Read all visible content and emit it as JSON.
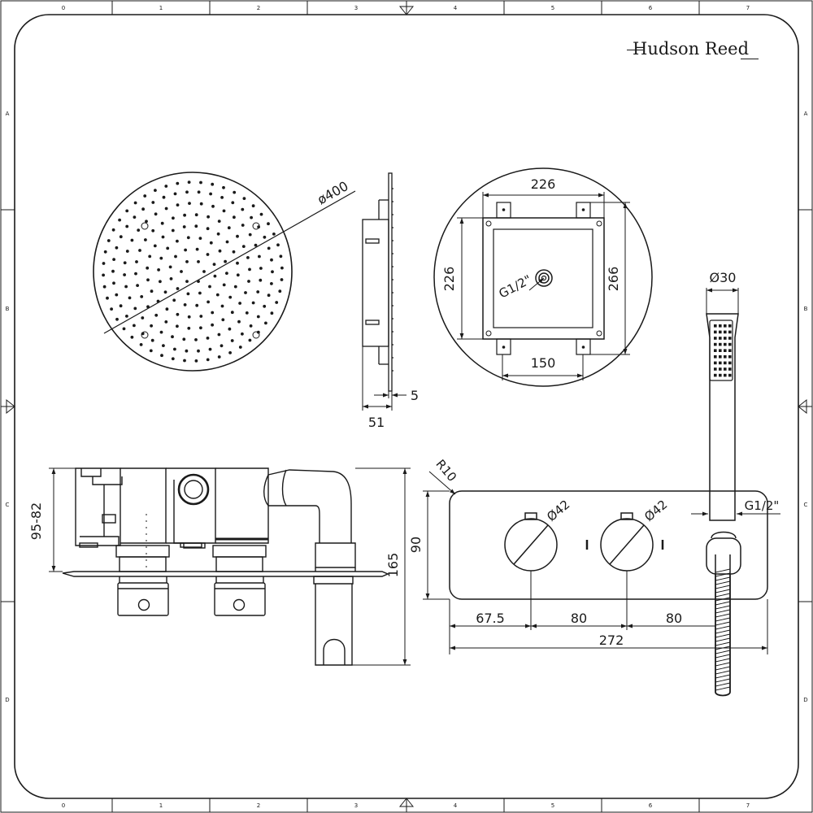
{
  "brand": "Hudson Reed",
  "frame": {
    "columns": [
      "0",
      "1",
      "2",
      "3",
      "4",
      "5",
      "6",
      "7"
    ],
    "rows": [
      "A",
      "B",
      "C",
      "D"
    ]
  },
  "dimensions": {
    "shower_head_diameter": "ø400",
    "profile_thickness": "5",
    "profile_depth": "51",
    "box_width": "226",
    "box_height": "226",
    "box_outer_height": "266",
    "box_bottom_width": "150",
    "box_inlet": "G1/2\"",
    "handset_diameter": "Ø30",
    "handset_inlet": "G1/2\"",
    "valve_depth_range": "95-82",
    "valve_total_depth": "165",
    "plate_radius": "R10",
    "plate_height": "90",
    "knob1_diameter": "Ø42",
    "knob2_diameter": "Ø42",
    "spacing_first": "67.5",
    "spacing_second": "80",
    "spacing_third": "80",
    "plate_width": "272"
  },
  "colors": {
    "line": "#1a1a1a",
    "background": "#ffffff"
  }
}
